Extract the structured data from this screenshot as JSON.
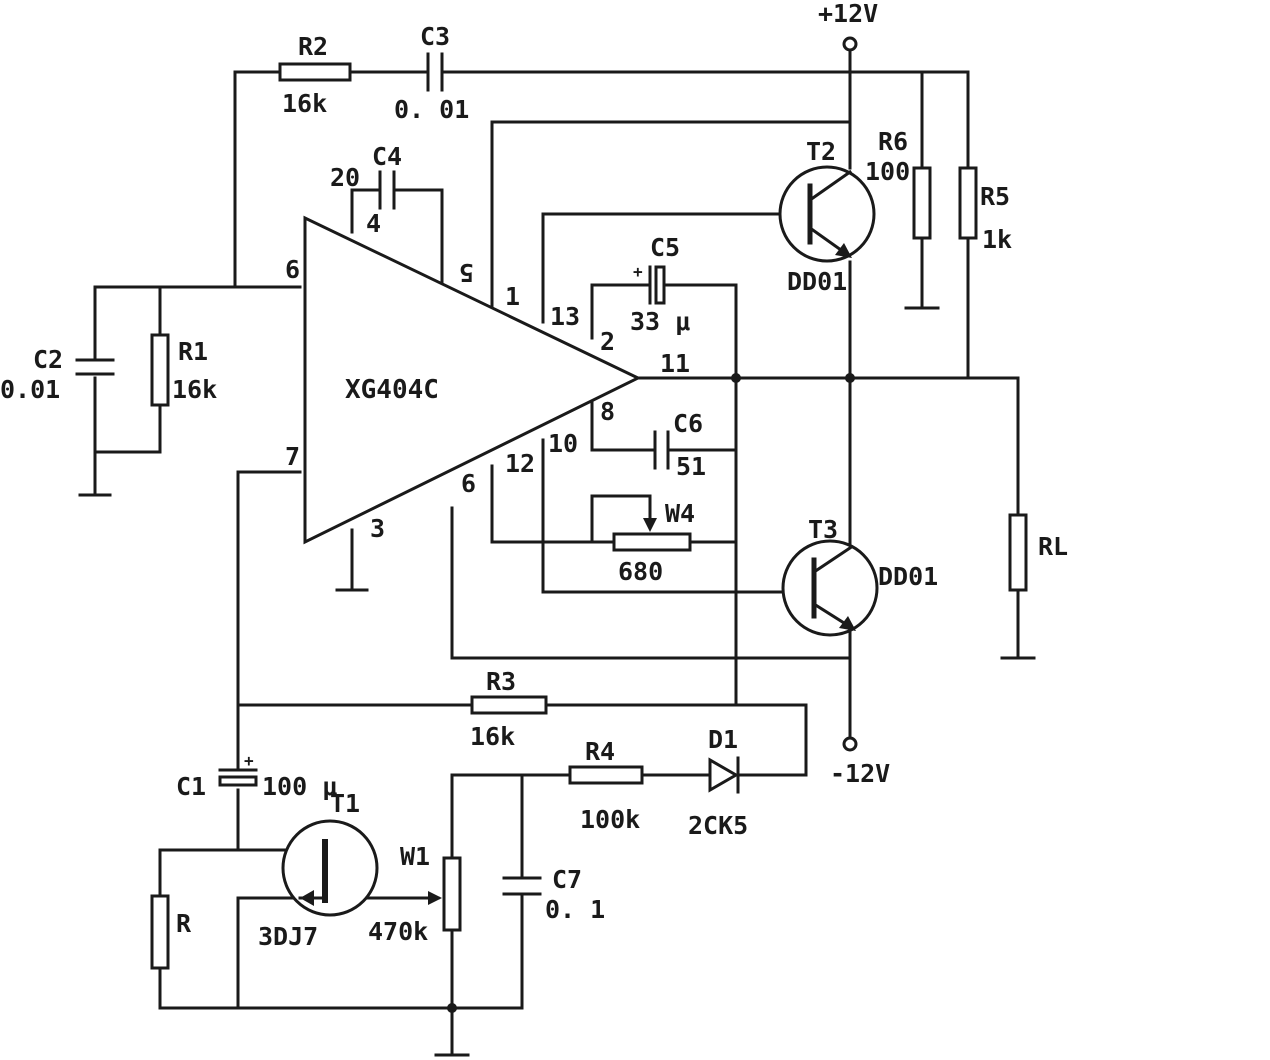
{
  "ic": {
    "name": "XG404C",
    "pins": [
      "6",
      "7",
      "5",
      "1",
      "13",
      "2",
      "11",
      "8",
      "10",
      "12",
      "9",
      "3",
      "4",
      "20"
    ]
  },
  "supply": {
    "positive": "+12V",
    "negative": "-12V"
  },
  "resistors": {
    "R1": {
      "ref": "R1",
      "value": "16k"
    },
    "R2": {
      "ref": "R2",
      "value": "16k"
    },
    "R3": {
      "ref": "R3",
      "value": "16k"
    },
    "R4": {
      "ref": "R4",
      "value": "100k"
    },
    "R5": {
      "ref": "R5",
      "value": "1k"
    },
    "R6": {
      "ref": "R6",
      "value": "100"
    },
    "R": {
      "ref": "R"
    },
    "RL": {
      "ref": "RL"
    }
  },
  "capacitors": {
    "C1": {
      "ref": "C1",
      "value": "100 μ"
    },
    "C2": {
      "ref": "C2",
      "value": "0.01"
    },
    "C3": {
      "ref": "C3",
      "value": "0. 01"
    },
    "C4": {
      "ref": "C4"
    },
    "C5": {
      "ref": "C5",
      "value": "33 μ"
    },
    "C6": {
      "ref": "C6",
      "value": "51"
    },
    "C7": {
      "ref": "C7",
      "value": "0. 1"
    }
  },
  "potentiometers": {
    "W1": {
      "ref": "W1",
      "value": "470k"
    },
    "W4": {
      "ref": "W4",
      "value": "680"
    }
  },
  "transistors": {
    "T1": {
      "ref": "T1",
      "type": "3DJ7"
    },
    "T2": {
      "ref": "T2",
      "type": "DD01"
    },
    "T3": {
      "ref": "T3",
      "type": "DD01"
    }
  },
  "diodes": {
    "D1": {
      "ref": "D1",
      "type": "2CK5"
    }
  }
}
